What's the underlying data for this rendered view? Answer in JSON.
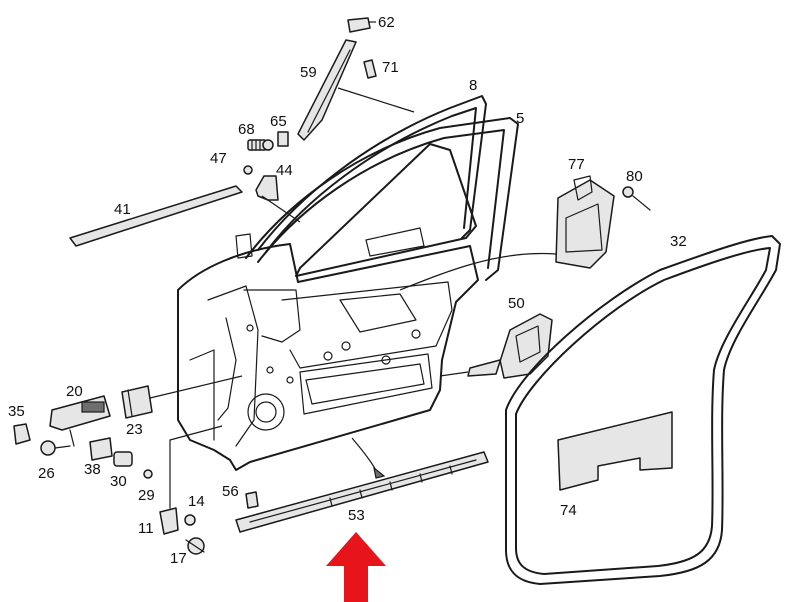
{
  "callouts": [
    {
      "id": "62",
      "text": "62"
    },
    {
      "id": "71",
      "text": "71"
    },
    {
      "id": "59",
      "text": "59"
    },
    {
      "id": "8",
      "text": "8"
    },
    {
      "id": "5",
      "text": "5"
    },
    {
      "id": "68",
      "text": "68"
    },
    {
      "id": "65",
      "text": "65"
    },
    {
      "id": "47",
      "text": "47"
    },
    {
      "id": "44",
      "text": "44"
    },
    {
      "id": "41",
      "text": "41"
    },
    {
      "id": "77",
      "text": "77"
    },
    {
      "id": "80",
      "text": "80"
    },
    {
      "id": "32",
      "text": "32"
    },
    {
      "id": "50",
      "text": "50"
    },
    {
      "id": "20",
      "text": "20"
    },
    {
      "id": "35",
      "text": "35"
    },
    {
      "id": "23",
      "text": "23"
    },
    {
      "id": "26",
      "text": "26"
    },
    {
      "id": "38",
      "text": "38"
    },
    {
      "id": "30",
      "text": "30"
    },
    {
      "id": "29",
      "text": "29"
    },
    {
      "id": "56",
      "text": "56"
    },
    {
      "id": "14",
      "text": "14"
    },
    {
      "id": "11",
      "text": "11"
    },
    {
      "id": "17",
      "text": "17"
    },
    {
      "id": "53",
      "text": "53"
    },
    {
      "id": "74",
      "text": "74"
    }
  ],
  "colors": {
    "line": "#1a1a1a",
    "highlight_arrow": "#e8141c",
    "background": "#ffffff"
  },
  "highlight": {
    "target_callout": "53",
    "icon": "red-up-arrow-icon"
  }
}
